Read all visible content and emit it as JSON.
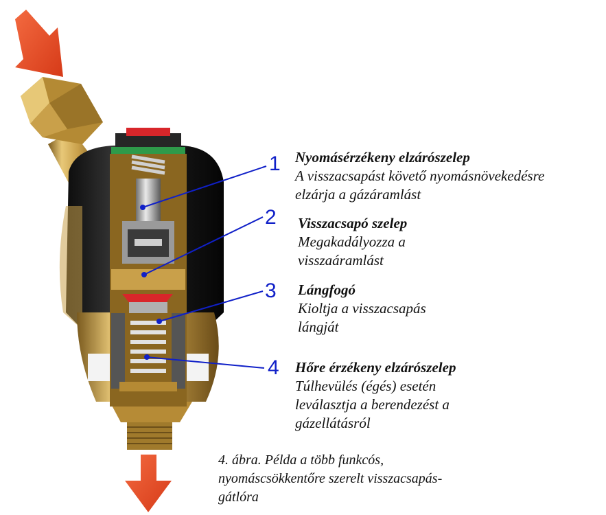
{
  "callouts": [
    {
      "number": "1",
      "title": "Nyomásérzékeny elzárószelep",
      "lines": [
        "A visszacsapást követő nyomásnövekedésre",
        "elzárja a gázáramlást"
      ]
    },
    {
      "number": "2",
      "title": "Visszacsapó szelep",
      "lines": [
        "Megakadályozza a",
        "visszaáramlást"
      ]
    },
    {
      "number": "3",
      "title": "Lángfogó",
      "lines": [
        "Kioltja a visszacsapás",
        "lángját"
      ]
    },
    {
      "number": "4",
      "title": "Hőre érzékeny elzárószelep",
      "lines": [
        "Túlhevülés (égés) esetén",
        "leválasztja a berendezést a",
        "gázellátásról"
      ]
    }
  ],
  "caption": {
    "lines": [
      "4. ábra. Példa a több funkcós,",
      "nyomáscsökkentőre szerelt visszacsapás-",
      "gátlóra"
    ]
  },
  "colors": {
    "arrow": "#f04a22",
    "leader": "#1020c8",
    "brass": "#c9a04a",
    "rubber": "#1c1c1c",
    "seal_red": "#d8262a",
    "seal_green": "#2e9a4a"
  }
}
